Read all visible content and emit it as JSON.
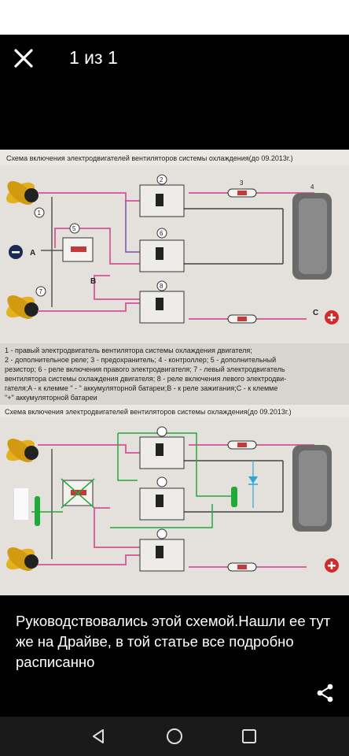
{
  "header": {
    "counter": "1 из 1"
  },
  "diagram": {
    "title_top": "Схема включения электродвигателей вентиляторов системы охлаждения(до 09.2013г.)",
    "title_bottom": "Схема включения электродвигателей вентиляторов системы охлаждения(до 09.2013г.)",
    "legend_lines": [
      "1 - правый электродвигатель вентилятора системы охлаждения двигателя;",
      "2 - дополнительное реле; 3 - предохранитель; 4 - контроллер; 5 - дополнительный",
      "резистор; 6 - реле включения правого электродвигателя; 7 - левый электродвигатель",
      "вентилятора системы охлаждения двигателя; 8 - реле включения левого электродви-",
      "гателя;A - к клемме \" - \" аккумуляторной батареи;B - к реле зажигания;C - к клемме",
      "\"+\" аккумуляторной батареи"
    ],
    "label_a": "A",
    "label_b": "B",
    "label_c": "C",
    "num_1": "1",
    "num_2": "2",
    "num_3": "3",
    "num_4": "4",
    "num_5": "5",
    "num_6": "6",
    "num_7": "7",
    "num_8": "8"
  },
  "caption": {
    "text": "Руководствовались этой схемой.Нашли ее тут же на Драйве, в той статье все подробно расписанно"
  },
  "icons": {
    "close": "close-icon",
    "share": "share-icon",
    "back": "back-triangle-icon",
    "home": "home-circle-icon",
    "recents": "recents-square-icon"
  }
}
